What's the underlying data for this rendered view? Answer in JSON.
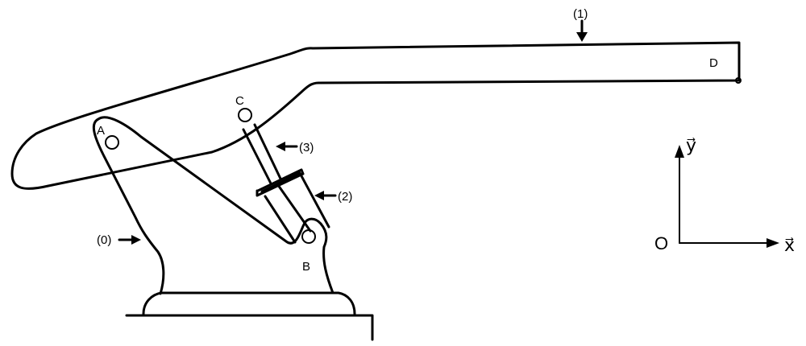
{
  "labels": {
    "part1": "(1)",
    "part0": "(0)",
    "part2": "(2)",
    "part3": "(3)",
    "pointA": "A",
    "pointB": "B",
    "pointC": "C",
    "pointD": "D",
    "origin": "O",
    "axis_x": "x⃗",
    "axis_y": "y⃗"
  }
}
